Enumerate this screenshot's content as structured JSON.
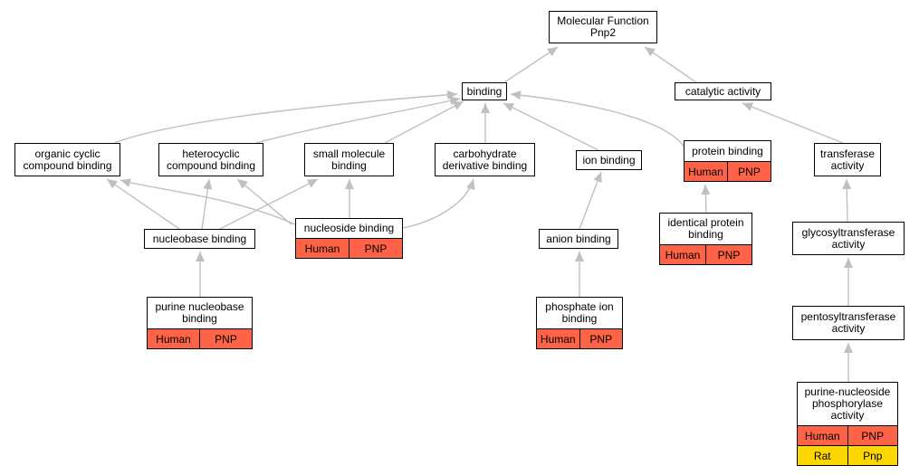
{
  "colors": {
    "edge": "#c0c0c0",
    "human": "#ff6347",
    "rat": "#ffd700",
    "border": "#000000"
  },
  "nodes": {
    "mf": {
      "label": "Molecular Function\nPnp2"
    },
    "binding": {
      "label": "binding"
    },
    "catalytic": {
      "label": "catalytic activity"
    },
    "organic": {
      "label": "organic cyclic\ncompound binding"
    },
    "hetero": {
      "label": "heterocyclic\ncompound binding"
    },
    "smallmol": {
      "label": "small molecule\nbinding"
    },
    "carb": {
      "label": "carbohydrate\nderivative binding"
    },
    "ion": {
      "label": "ion binding"
    },
    "protein": {
      "label": "protein binding",
      "orthologs": [
        [
          "Human",
          "PNP"
        ]
      ]
    },
    "transferase": {
      "label": "transferase\nactivity"
    },
    "nucleobase": {
      "label": "nucleobase binding"
    },
    "nucleoside": {
      "label": "nucleoside binding",
      "orthologs": [
        [
          "Human",
          "PNP"
        ]
      ]
    },
    "anion": {
      "label": "anion binding"
    },
    "identical": {
      "label": "identical protein\nbinding",
      "orthologs": [
        [
          "Human",
          "PNP"
        ]
      ]
    },
    "glyco": {
      "label": "glycosyltransferase\nactivity"
    },
    "purinenb": {
      "label": "purine nucleobase\nbinding",
      "orthologs": [
        [
          "Human",
          "PNP"
        ]
      ]
    },
    "phosphate": {
      "label": "phosphate ion\nbinding",
      "orthologs": [
        [
          "Human",
          "PNP"
        ]
      ]
    },
    "pentosyl": {
      "label": "pentosyltransferase\nactivity"
    },
    "pnpase": {
      "label": "purine-nucleoside\nphosphorylase\nactivity",
      "orthologs": [
        [
          "Human",
          "PNP"
        ],
        [
          "Rat",
          "Pnp"
        ]
      ]
    }
  }
}
